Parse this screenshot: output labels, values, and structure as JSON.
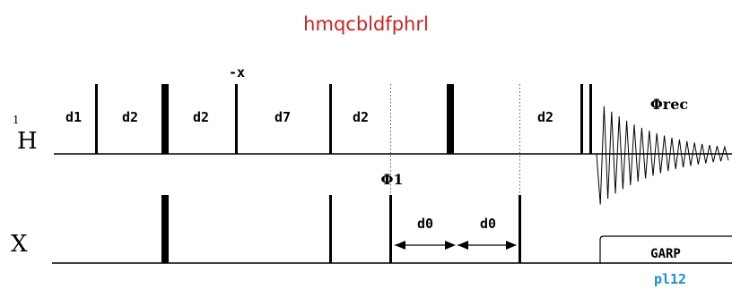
{
  "title": "hmqcbldfphrl",
  "channels": {
    "h": {
      "label": "H",
      "superscript": "1"
    },
    "x": {
      "label": "X"
    }
  },
  "delays": {
    "d1": "d1",
    "d2_a": "d2",
    "d2_b": "d2",
    "d7": "d7",
    "d2_c": "d2",
    "d2_d": "d2",
    "d0_a": "d0",
    "d0_b": "d0"
  },
  "phases": {
    "minus_x": "-x",
    "phi1": "Φ1",
    "phi_rec": "Φrec"
  },
  "decoupling": {
    "label": "GARP",
    "power": "pl12"
  },
  "colors": {
    "title": "#d21f1f",
    "power": "#1a8fd0",
    "lines": "#000000"
  }
}
